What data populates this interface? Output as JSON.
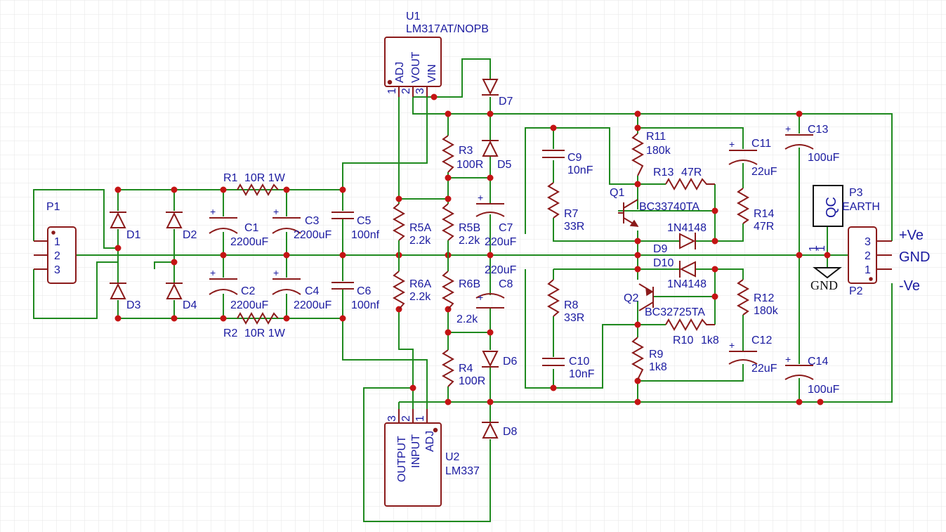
{
  "chips": {
    "u1": {
      "ref": "U1",
      "value": "LM317AT/NOPB",
      "pins": {
        "p1": "ADJ",
        "p2": "VOUT",
        "p3": "VIN",
        "n1": "1",
        "n2": "2",
        "n3": "3"
      }
    },
    "u2": {
      "ref": "U2",
      "value": "LM337",
      "pins": {
        "p1": "ADJ",
        "p2": "INPUT",
        "p3": "OUTPUT",
        "n1": "1",
        "n2": "2",
        "n3": "3"
      }
    }
  },
  "connectors": {
    "p1": {
      "ref": "P1",
      "pins": [
        "1",
        "2",
        "3"
      ]
    },
    "p2": {
      "ref": "P2",
      "pins": [
        "3",
        "2",
        "1"
      ]
    },
    "p3": {
      "ref": "P3",
      "value": "EARTH",
      "symbol": "QC",
      "pin": "1"
    }
  },
  "rails": {
    "pos": "+Ve",
    "gnd": "GND",
    "neg": "-Ve",
    "gnd_symbol": "GND"
  },
  "resistors": [
    {
      "id": "r1",
      "ref": "R1",
      "value": "10R 1W"
    },
    {
      "id": "r2",
      "ref": "R2",
      "value": "10R 1W"
    },
    {
      "id": "r3",
      "ref": "R3",
      "value": "100R"
    },
    {
      "id": "r4",
      "ref": "R4",
      "value": "100R"
    },
    {
      "id": "r5a",
      "ref": "R5A",
      "value": "2.2k"
    },
    {
      "id": "r5b",
      "ref": "R5B",
      "value": "2.2k"
    },
    {
      "id": "r6a",
      "ref": "R6A",
      "value": "2.2k"
    },
    {
      "id": "r6b",
      "ref": "R6B",
      "value": "2.2k"
    },
    {
      "id": "r7",
      "ref": "R7",
      "value": "33R"
    },
    {
      "id": "r8",
      "ref": "R8",
      "value": "33R"
    },
    {
      "id": "r9",
      "ref": "R9",
      "value": "1k8"
    },
    {
      "id": "r10",
      "ref": "R10",
      "value": "1k8"
    },
    {
      "id": "r11",
      "ref": "R11",
      "value": "180k"
    },
    {
      "id": "r12",
      "ref": "R12",
      "value": "180k"
    },
    {
      "id": "r13",
      "ref": "R13",
      "value": "47R"
    },
    {
      "id": "r14",
      "ref": "R14",
      "value": "47R"
    }
  ],
  "capacitors": [
    {
      "id": "c1",
      "ref": "C1",
      "value": "2200uF"
    },
    {
      "id": "c2",
      "ref": "C2",
      "value": "2200uF"
    },
    {
      "id": "c3",
      "ref": "C3",
      "value": "2200uF"
    },
    {
      "id": "c4",
      "ref": "C4",
      "value": "2200uF"
    },
    {
      "id": "c5",
      "ref": "C5",
      "value": "100nf"
    },
    {
      "id": "c6",
      "ref": "C6",
      "value": "100nf"
    },
    {
      "id": "c7",
      "ref": "C7",
      "value": "220uF"
    },
    {
      "id": "c8",
      "ref": "C8",
      "value": "220uF"
    },
    {
      "id": "c9",
      "ref": "C9",
      "value": "10nF"
    },
    {
      "id": "c10",
      "ref": "C10",
      "value": "10nF"
    },
    {
      "id": "c11",
      "ref": "C11",
      "value": "22uF"
    },
    {
      "id": "c12",
      "ref": "C12",
      "value": "22uF"
    },
    {
      "id": "c13",
      "ref": "C13",
      "value": "100uF"
    },
    {
      "id": "c14",
      "ref": "C14",
      "value": "100uF"
    }
  ],
  "diodes": [
    {
      "id": "d1",
      "ref": "D1"
    },
    {
      "id": "d2",
      "ref": "D2"
    },
    {
      "id": "d3",
      "ref": "D3"
    },
    {
      "id": "d4",
      "ref": "D4"
    },
    {
      "id": "d5",
      "ref": "D5"
    },
    {
      "id": "d6",
      "ref": "D6"
    },
    {
      "id": "d7",
      "ref": "D7"
    },
    {
      "id": "d8",
      "ref": "D8"
    },
    {
      "id": "d9",
      "ref": "D9",
      "value": "1N4148"
    },
    {
      "id": "d10",
      "ref": "D10",
      "value": "1N4148"
    }
  ],
  "transistors": [
    {
      "id": "q1",
      "ref": "Q1",
      "value": "BC33740TA"
    },
    {
      "id": "q2",
      "ref": "Q2",
      "value": "BC32725TA"
    }
  ]
}
